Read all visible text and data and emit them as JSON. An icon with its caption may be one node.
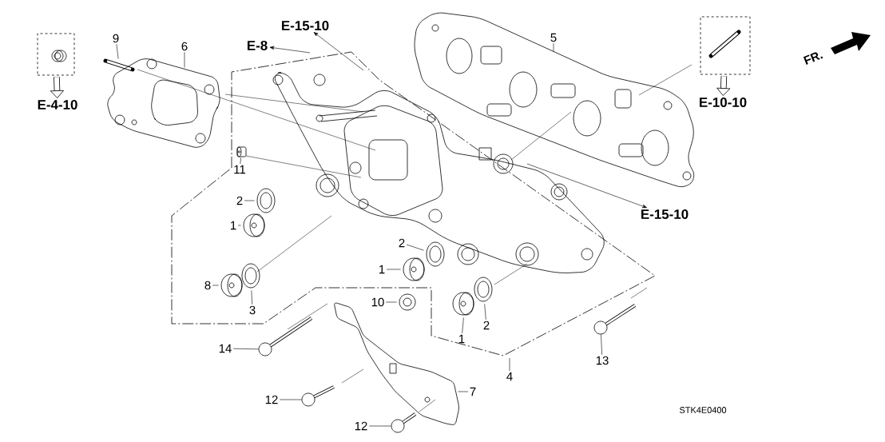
{
  "diagram": {
    "nodes": [
      {
        "text": [],
        "shape": "box"
      },
      {
        "text": [
          "9"
        ]
      },
      {
        "text": [
          "6"
        ]
      },
      {
        "text": [
          "E-15-10"
        ]
      },
      {
        "text": [
          "E-8"
        ]
      },
      {
        "text": [
          "5"
        ]
      },
      {
        "text": [],
        "shape": "box"
      },
      {
        "text": [
          "E-4-10"
        ]
      },
      {
        "text": [
          "E-10-10"
        ]
      },
      {
        "text": [
          "11"
        ]
      },
      {
        "text": [
          "2"
        ]
      },
      {
        "text": [
          "E-15-10"
        ]
      },
      {
        "text": [
          "1"
        ]
      },
      {
        "text": [
          "2"
        ]
      },
      {
        "text": [
          "1"
        ]
      },
      {
        "text": [
          "8"
        ]
      },
      {
        "text": [
          "3"
        ]
      },
      {
        "text": [
          "10"
        ]
      },
      {
        "text": [
          "2"
        ]
      },
      {
        "text": [
          "1"
        ]
      },
      {
        "text": [
          "14"
        ]
      },
      {
        "text": [
          "13"
        ]
      },
      {
        "text": [
          "4"
        ]
      },
      {
        "text": [
          "12"
        ]
      },
      {
        "text": [
          "7"
        ]
      },
      {
        "text": [
          "12"
        ]
      },
      {
        "text": [],
        "shape": "picture"
      },
      {
        "text": [],
        "shape": "picture"
      },
      {
        "text": [],
        "shape": "picture"
      },
      {
        "text": [],
        "shape": "picture"
      },
      {
        "text": [],
        "shape": "picture"
      },
      {
        "text": [],
        "shape": "picture"
      },
      {
        "text": [],
        "shape": "picture"
      },
      {
        "text": [],
        "shape": "picture"
      },
      {
        "text": [],
        "shape": "picture"
      },
      {
        "text": [],
        "shape": "picture"
      },
      {
        "text": [],
        "shape": "picture"
      },
      {
        "text": [],
        "shape": "picture"
      },
      {
        "text": [],
        "shape": "picture"
      },
      {
        "text": [],
        "shape": "picture"
      },
      {
        "text": [],
        "shape": "picture"
      },
      {
        "text": [],
        "shape": "picture"
      },
      {
        "text": [],
        "shape": "picture"
      },
      {
        "text": [],
        "shape": "picture"
      }
    ],
    "edges": [
      {
        "from": 0,
        "to": 7,
        "arrow": "to",
        "style": "thick"
      },
      {
        "from": 6,
        "to": 8,
        "arrow": "to",
        "style": "thick"
      },
      {
        "from": null,
        "to": 3,
        "arrow": "to"
      },
      {
        "from": null,
        "to": 4,
        "arrow": "to"
      },
      {
        "from": null,
        "to": 11,
        "arrow": "to"
      },
      {
        "from": 1,
        "to": 26,
        "arrow": "none"
      },
      {
        "from": 2,
        "to": 27,
        "arrow": "none"
      },
      {
        "from": 5,
        "to": 28,
        "arrow": "none"
      },
      {
        "from": 9,
        "to": 29,
        "arrow": "none"
      },
      {
        "from": 10,
        "to": 30,
        "arrow": "none"
      },
      {
        "from": 12,
        "to": 31,
        "arrow": "none"
      },
      {
        "from": 13,
        "to": 32,
        "arrow": "none"
      },
      {
        "from": 14,
        "to": 33,
        "arrow": "none"
      },
      {
        "from": 15,
        "to": 34,
        "arrow": "none"
      },
      {
        "from": 16,
        "to": 35,
        "arrow": "none"
      },
      {
        "from": 17,
        "to": 36,
        "arrow": "none"
      },
      {
        "from": 18,
        "to": 37,
        "arrow": "none"
      },
      {
        "from": 19,
        "to": 38,
        "arrow": "none"
      },
      {
        "from": 20,
        "to": 39,
        "arrow": "none"
      },
      {
        "from": 21,
        "to": 40,
        "arrow": "none"
      },
      {
        "from": 22,
        "to": null,
        "arrow": "none"
      },
      {
        "from": 23,
        "to": 41,
        "arrow": "none"
      },
      {
        "from": 24,
        "to": 42,
        "arrow": "none"
      },
      {
        "from": 25,
        "to": 43,
        "arrow": "none"
      }
    ],
    "labels": [
      "FR.",
      "STK4E0400"
    ]
  }
}
